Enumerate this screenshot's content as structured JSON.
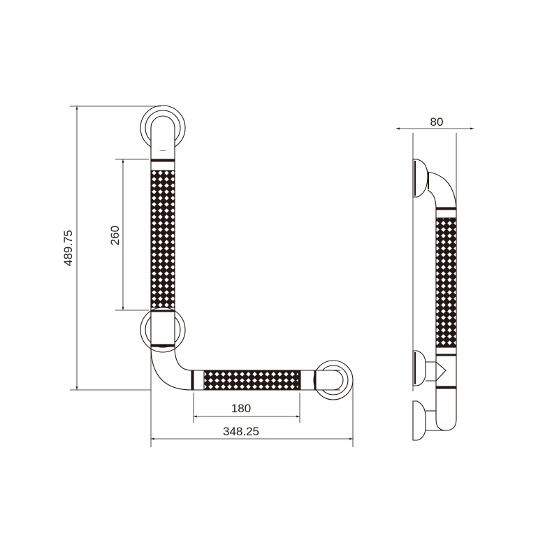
{
  "drawing": {
    "title": "L-shaped grab bar technical drawing",
    "stroke_color": "#231815",
    "background": "#ffffff",
    "front_view": {
      "dimensions": {
        "total_height": "489.75",
        "grip_length_vertical": "260",
        "grip_length_horizontal": "180",
        "total_width": "348.25"
      }
    },
    "side_view": {
      "dimensions": {
        "projection_depth": "80"
      }
    }
  }
}
